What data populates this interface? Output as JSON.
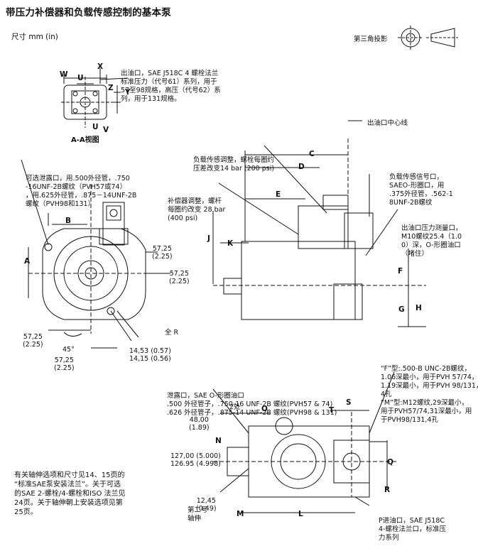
{
  "title": "带压力补偿器和负载传感控制的基本泵",
  "units": "尺寸 mm (in)",
  "projection": "第三角投影",
  "notes": {
    "outlet": [
      "出油口，SAE J518C 4 螺栓法兰",
      "标准压力（代号61）系列，用于",
      "57至98规格，高压（代号62）系",
      "列，用于131规格。"
    ],
    "aa_view": "A-A视图",
    "outlet_centerline": "出油口中心线",
    "load_sense_adjust": [
      "负载传感调整，螺栓每圈约",
      "压差改变14 bar (200 psi)"
    ],
    "load_sense_port": [
      "负载传感信号口，",
      "SAEO-形圈口，用",
      ".375外径管，.562-1",
      "8UNF-2B螺纹"
    ],
    "compensator_adjust": [
      "补偿器调整，螺杆",
      "每圈约改变 28 bar",
      "(400 psi)"
    ],
    "outlet_gauge_port": [
      "出油口压力测量口，",
      "M10螺纹25.4（1.0",
      "0）深，O-形圈油口",
      "（堵住）"
    ],
    "drain_port_left": [
      "可选泄露口，用.500外径管，.750",
      "-16UNF-2B螺纹（PVH57或74）",
      "，用.625外径管，.875－14UNF-2B",
      "螺纹（PVH98和131）"
    ],
    "full_r": "全 R",
    "drain_port_bottom": [
      "泄露口，SAE O-形圈油口",
      ".500 外径管子，.750-16 UNF-2B 螺纹(PVH57 & 74)",
      ".626 外径管子，.875-14 UNF-2B 螺纹(PVH98 & 131)"
    ],
    "flange_type": [
      "“F”型:.500-B UNC-2B螺纹，",
      "1.06深最小，用于PVH 57/74，",
      "1.19深最小，用于PVH 98/131，",
      "4孔",
      "“M”型:M12螺纹,29深最小，",
      "用于PVH57/74,31深最小，用",
      "于PVH98/131,4孔"
    ],
    "two_places": "2处",
    "shaft_info": [
      "有关轴伸选项和尺寸见14、15页的",
      "“标准SAE泵安装法兰”。关于可选",
      "的SAE 2-螺栓/4-螺栓和ISO 法兰见",
      "24页。关于轴伸朝上安装选项见第",
      "25页。"
    ],
    "second_shaft": [
      "第二号",
      "轴伸"
    ],
    "inlet": [
      "P进油口，SAE J518C",
      "4-螺栓法兰口，标准压",
      "力系列"
    ]
  },
  "labels": {
    "A": "A",
    "B": "B",
    "C": "C",
    "D": "D",
    "E": "E",
    "F": "F",
    "G": "G",
    "H": "H",
    "J": "J",
    "K": "K",
    "L": "L",
    "M": "M",
    "N": "N",
    "O": "O",
    "Q": "Q",
    "R": "R",
    "S": "S",
    "T": "T",
    "U": "U",
    "V": "V",
    "W": "W",
    "X": "X",
    "Y": "Y",
    "Z": "Z"
  },
  "dims": {
    "d1": "57,25\n(2.25)",
    "d2": "57,25\n(2.25)",
    "d3": "57,25\n(2.25)",
    "d4": "57,25\n(2.25)",
    "angle": "45°",
    "d5": "14,53 (0.57)\n14,15 (0.56)",
    "d6": "48,00\n(1.89)",
    "d7": "127,00 (5.000)\n126.95 (4.998)",
    "d8": "12,45\n(0.49)"
  }
}
